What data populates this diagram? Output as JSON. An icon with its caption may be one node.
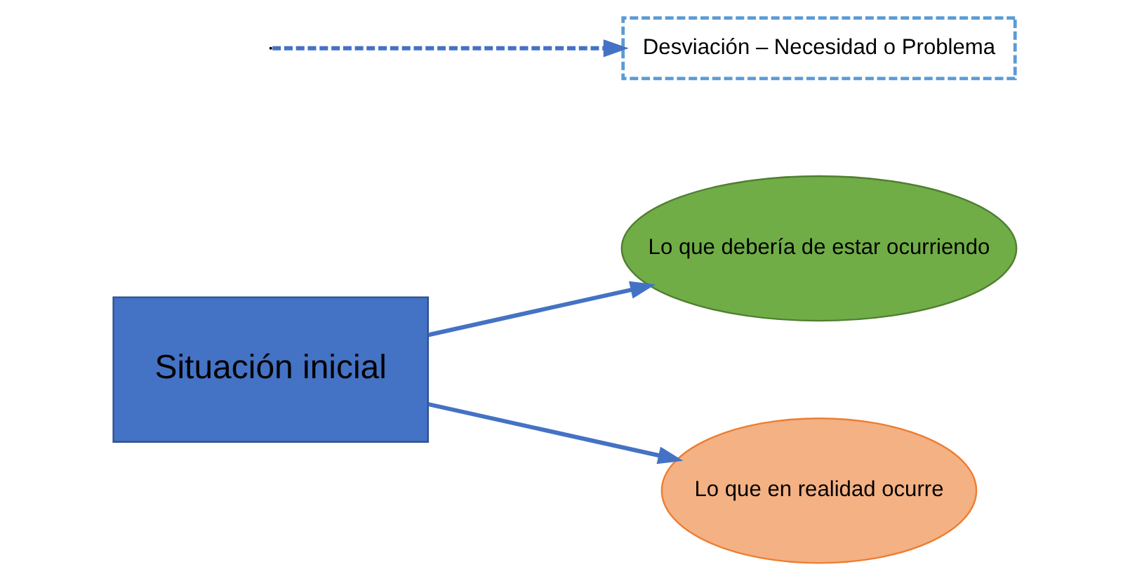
{
  "diagram": {
    "nodes": [
      {
        "text": [
          "Situación inicial"
        ]
      },
      {
        "text": [
          "Lo que debería de estar ocurriendo"
        ]
      },
      {
        "text": [
          "Lo que en realidad ocurre"
        ]
      },
      {
        "text": [
          "Desviación – Necesidad o Problema"
        ]
      }
    ],
    "edges": [
      {
        "from": 0,
        "to": 1,
        "arrow": "to"
      },
      {
        "from": 0,
        "to": 2,
        "arrow": "to"
      },
      {
        "from": null,
        "to": 3,
        "arrow": "to",
        "style": "dashed"
      }
    ]
  }
}
